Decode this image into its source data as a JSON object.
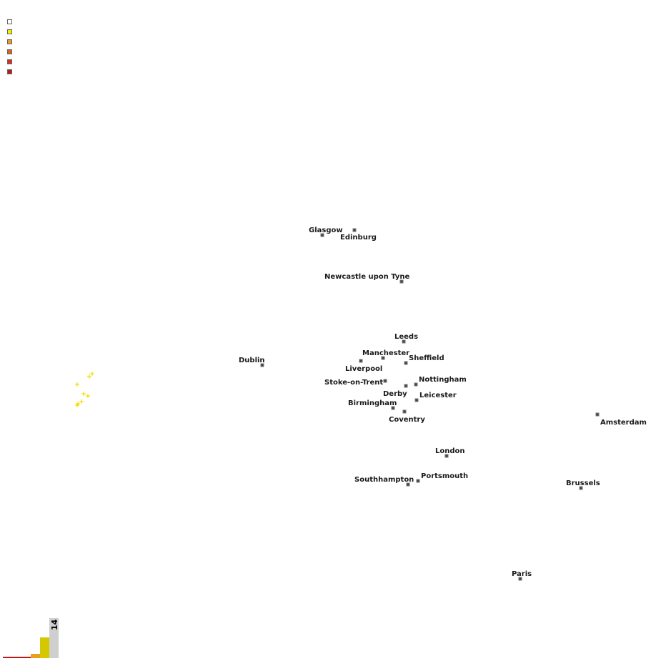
{
  "legend": {
    "colors": [
      "#ffffff",
      "#f5f000",
      "#e8a020",
      "#e06020",
      "#d83020",
      "#c01818"
    ]
  },
  "cities": [
    {
      "name": "Glasgow"
    },
    {
      "name": "Edinburg"
    },
    {
      "name": "Newcastle upon Tyne"
    },
    {
      "name": "Leeds"
    },
    {
      "name": "Manchester"
    },
    {
      "name": "Sheffield"
    },
    {
      "name": "Liverpool"
    },
    {
      "name": "Dublin"
    },
    {
      "name": "Nottingham"
    },
    {
      "name": "Stoke-on-Trent"
    },
    {
      "name": "Derby"
    },
    {
      "name": "Leicester"
    },
    {
      "name": "Birmingham"
    },
    {
      "name": "Coventry"
    },
    {
      "name": "Amsterdam"
    },
    {
      "name": "London"
    },
    {
      "name": "Portsmouth"
    },
    {
      "name": "Southhampton"
    },
    {
      "name": "Brussels"
    },
    {
      "name": "Paris"
    }
  ],
  "histogram": {
    "count_label": "14",
    "bar_colors": [
      "#c01818",
      "#e8a020",
      "#d4c800",
      "#cfcfcf"
    ]
  },
  "colors": {
    "marker": "#444444",
    "quake": "#f0e000"
  }
}
